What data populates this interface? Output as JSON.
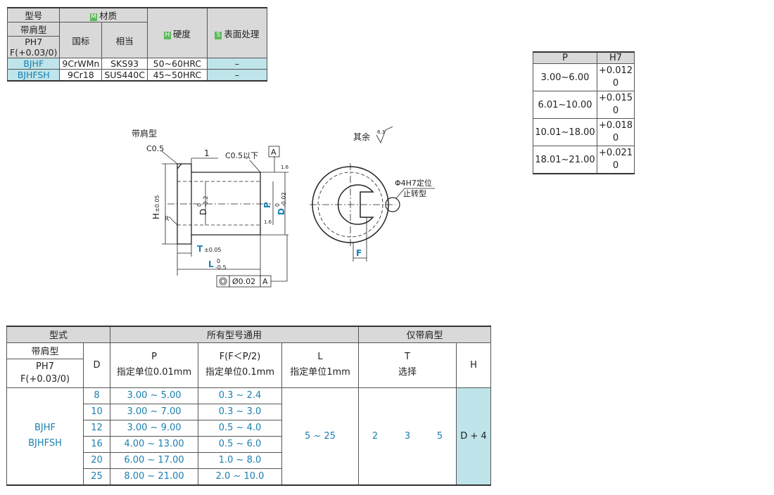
{
  "material_table": {
    "h_model": "型号",
    "h_material": "材质",
    "h_material_badge": "M",
    "h_hardness": "硬度",
    "h_hardness_badge": "H",
    "h_surface": "表面处理",
    "h_surface_badge": "S",
    "h_flange": "带肩型",
    "h_ph7": "PH7",
    "h_f": "F(+0.03/0)",
    "h_gb": "国标",
    "h_eq": "相当",
    "rows": [
      {
        "model": "BJHF",
        "gb": "9CrWMn",
        "eq": "SKS93",
        "hardness": "50~60HRC",
        "surface": "–"
      },
      {
        "model": "BJHFSH",
        "gb": "9Cr18",
        "eq": "SUS440C",
        "hardness": "45~50HRC",
        "surface": "–"
      }
    ]
  },
  "tolerance_table": {
    "h_p": "P",
    "h_h7": "H7",
    "rows": [
      {
        "p": "3.00~6.00",
        "upper": "+0.012",
        "lower": "0"
      },
      {
        "p": "6.01~10.00",
        "upper": "+0.015",
        "lower": "0"
      },
      {
        "p": "10.01~18.00",
        "upper": "+0.018",
        "lower": "0"
      },
      {
        "p": "18.01~21.00",
        "upper": "+0.021",
        "lower": "0"
      }
    ]
  },
  "drawing": {
    "title": "带肩型",
    "rest_label": "其余",
    "rest_roughness": "6.3",
    "c05": "C0.5",
    "dim_1": "1",
    "c05_below": "C0.5以下",
    "datum_a": "A",
    "roughness_16a": "1.6",
    "roughness_16b": "1.6",
    "h_label": "H",
    "h_tol": "±0.05",
    "r_label": "R",
    "d_label": "D",
    "d_tol_upper": "0",
    "d_tol_lower": "-0.2",
    "p_label": "P",
    "dd_label": "D",
    "dd_tol_upper": "0",
    "dd_tol_lower": "-0.02",
    "t_label": "T",
    "t_tol": "±0.05",
    "l_label": "L",
    "l_tol_upper": "0",
    "l_tol_lower": "-0.5",
    "concentric_value": "Ø0.02",
    "concentric_datum": "A",
    "pin_label": "Φ4H7定位",
    "pin_label2": "止转型",
    "f_label": "F"
  },
  "spec_table": {
    "h_type": "型式",
    "h_all": "所有型号通用",
    "h_flange_only": "仅带肩型",
    "h_flange": "带肩型",
    "h_ph7": "PH7",
    "h_f": "F(+0.03/0)",
    "h_d": "D",
    "h_p": "P",
    "h_p_sub": "指定单位0.01mm",
    "h_ff": "F(F＜P/2)",
    "h_ff_sub": "指定单位0.1mm",
    "h_l": "L",
    "h_l_sub": "指定单位1mm",
    "h_t": "T",
    "h_t_sub": "选择",
    "h_h": "H",
    "models": [
      "BJHF",
      "BJHFSH"
    ],
    "rows": [
      {
        "d": "8",
        "p": "3.00 ~  5.00",
        "f": "0.3 ~  2.4"
      },
      {
        "d": "10",
        "p": "3.00 ~  7.00",
        "f": "0.3 ~  3.0"
      },
      {
        "d": "12",
        "p": "3.00 ~  9.00",
        "f": "0.5 ~  4.0"
      },
      {
        "d": "16",
        "p": "4.00 ~ 13.00",
        "f": "0.5 ~  6.0"
      },
      {
        "d": "20",
        "p": "6.00 ~ 17.00",
        "f": "1.0 ~  8.0"
      },
      {
        "d": "25",
        "p": "8.00 ~ 21.00",
        "f": "2.0 ~ 10.0"
      }
    ],
    "l_range": "5 ~ 25",
    "t_values": [
      "2",
      "3",
      "5"
    ],
    "h_value": "D + 4"
  },
  "colors": {
    "accent_blue": "#1a7fb0",
    "highlight_cyan": "#bfe4ea",
    "header_gray": "#d9d9d9",
    "badge_green": "#5cb85c"
  }
}
